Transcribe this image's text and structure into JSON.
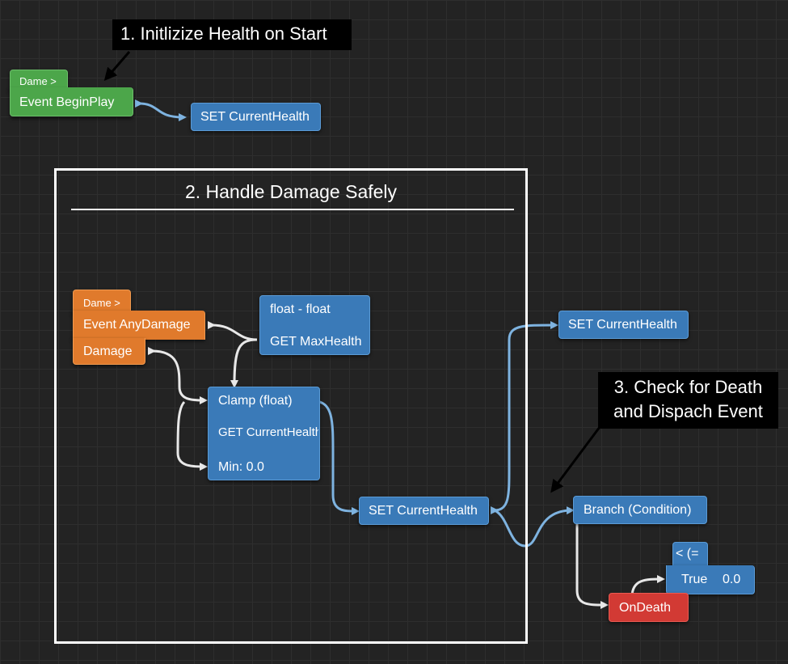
{
  "callouts": {
    "c1": "1. Initlizize Health on Start",
    "c3_line1": "3. Check for Death",
    "c3_line2": "and Dispach Event"
  },
  "frame": {
    "title": "2. Handle Damage Safely"
  },
  "nodes": {
    "begin_play": {
      "tag": "Dame >",
      "title": "Event BeginPlay"
    },
    "set_health_1": {
      "title": "SET CurrentHealth"
    },
    "any_damage": {
      "tag": "Dame >",
      "title": "Event AnyDamage",
      "pin": "Damage"
    },
    "float_sub": {
      "title": "float - float",
      "pin": "GET MaxHealth"
    },
    "clamp": {
      "title": "Clamp (float)",
      "pin_value": "GET CurrentHealth",
      "pin_min": "Min: 0.0"
    },
    "set_health_2": {
      "title": "SET CurrentHealth"
    },
    "set_health_3": {
      "title": "SET CurrentHealth"
    },
    "branch": {
      "title": "Branch (Condition)"
    },
    "compare": {
      "op": "< (=",
      "left": "True",
      "right": "0.0"
    },
    "on_death": {
      "title": "OnDeath"
    }
  },
  "colors": {
    "wire": "#7eb3e0",
    "wire_white": "#e8e8e8",
    "node_blue": "#3a7ab8",
    "node_green": "#4ca64a",
    "node_orange": "#e07a2c",
    "node_red": "#d23a34"
  }
}
